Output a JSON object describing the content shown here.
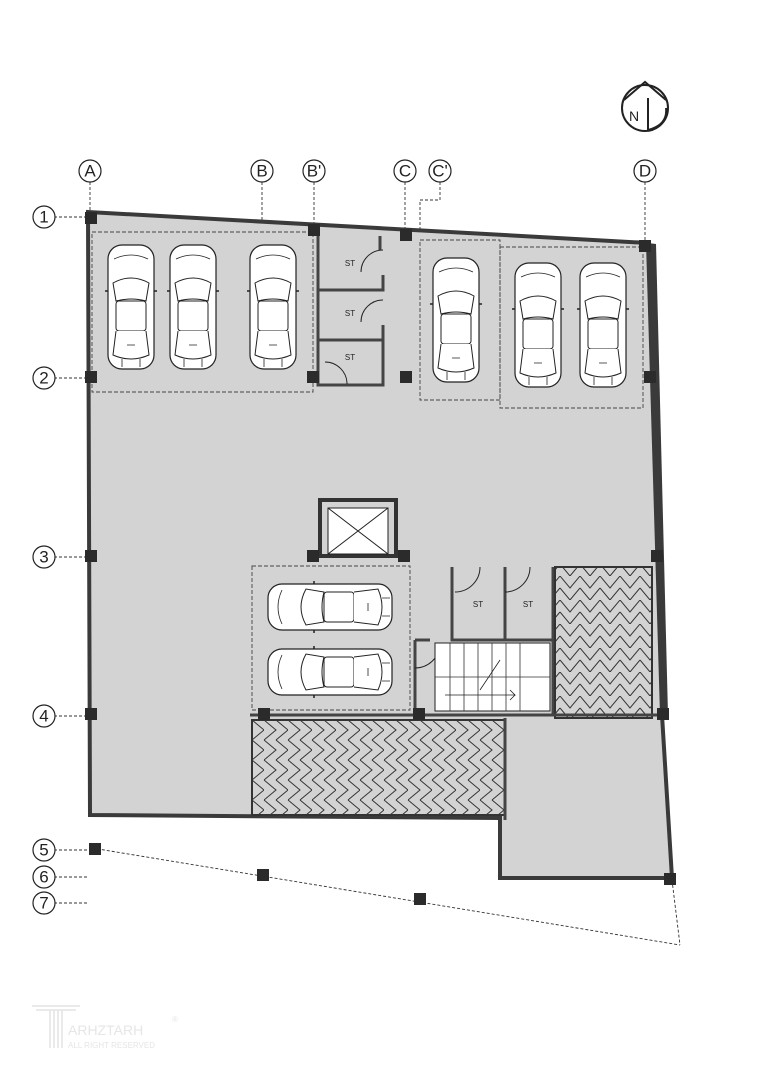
{
  "title": "Parking floor plan",
  "grid_columns": [
    "A",
    "B",
    "B'",
    "C",
    "C'",
    "D"
  ],
  "grid_rows": [
    "1",
    "2",
    "3",
    "4",
    "5",
    "6",
    "7"
  ],
  "rooms": {
    "storage_label": "ST"
  },
  "north_arrow": {
    "label": "N"
  },
  "watermark": {
    "brand": "ARHZTARH",
    "tagline": "ALL RIGHT RESERVED",
    "mark": "®"
  },
  "colors": {
    "floor": "#d3d3d3",
    "wall": "#3a3a3a",
    "column": "#2b2b2b"
  }
}
